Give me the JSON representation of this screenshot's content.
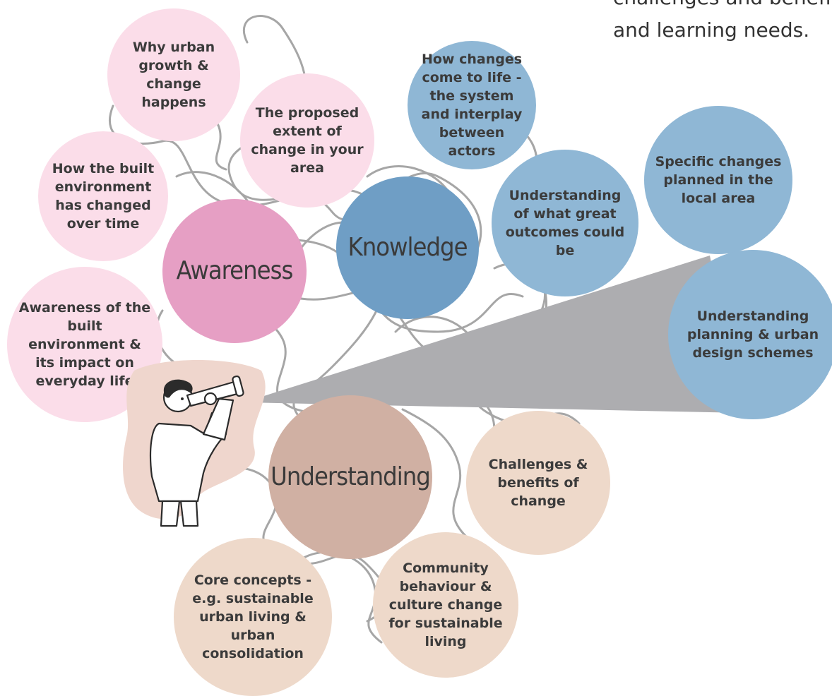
{
  "intro_text": "challenges and benefits\nand learning needs.",
  "colors": {
    "awareness_light": "#fbdde9",
    "awareness_hub": "#e69fc4",
    "knowledge_light": "#8fb7d5",
    "knowledge_hub": "#6f9ec5",
    "understanding_light": "#eed9ca",
    "understanding_hub": "#d0b0a3",
    "telescope_beam": "#adadb0",
    "scribble": "#a6a6a6"
  },
  "hubs": {
    "awareness": "Awareness",
    "knowledge": "Knowledge",
    "understanding": "Understanding"
  },
  "awareness_topics": {
    "why_growth": "Why urban growth & change happens",
    "proposed_extent": "The proposed extent of change in your area",
    "built_env_changed": "How the built environment has changed over time",
    "awareness_built_env": "Awareness of the built environment & its impact on everyday life"
  },
  "knowledge_topics": {
    "how_changes": "How changes come to life - the system and interplay between actors",
    "specific_changes": "Specific changes planned in the local area",
    "great_outcomes": "Understanding of what great outcomes could be",
    "planning_schemes": "Understanding planning & urban design schemes"
  },
  "understanding_topics": {
    "challenges": "Challenges & benefits of change",
    "community": "Community behaviour & culture change for sustainable living",
    "core_concepts": "Core concepts - e.g. sustainable urban living & urban consolidation"
  },
  "icons": [
    "person-with-telescope-icon",
    "scribble-network"
  ]
}
